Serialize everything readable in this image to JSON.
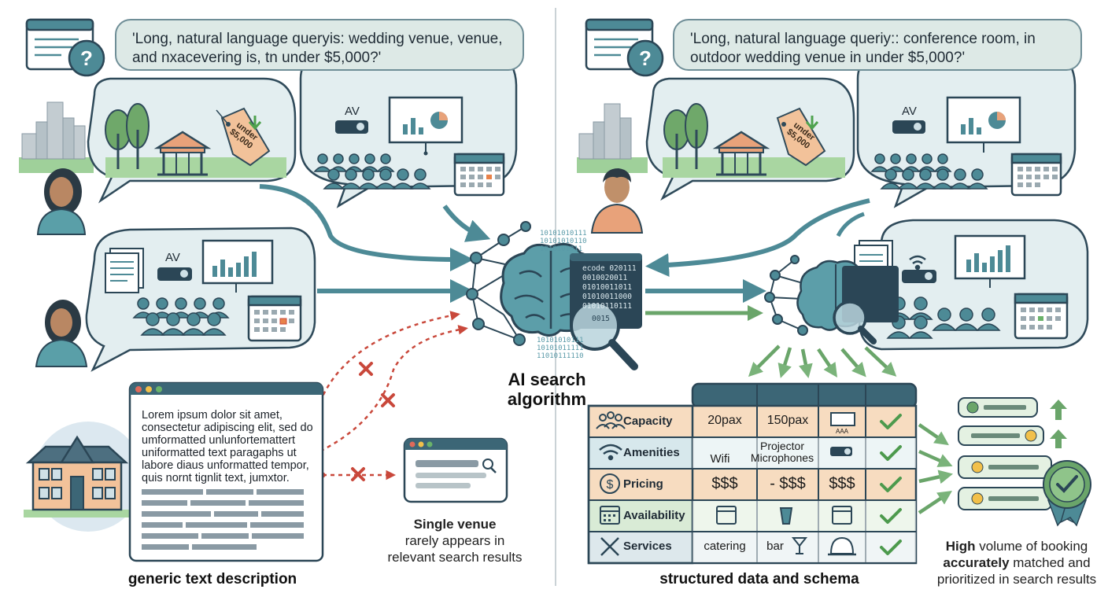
{
  "left": {
    "query_text": "'Long, natural language queryis: wedding venue, venue, and nxacevering is, tn under $5,000?'",
    "price_tag_lines": [
      "under",
      "$5,000"
    ],
    "av_label_1": "AV",
    "av_label_2": "AV",
    "description_lines": [
      "Lorem ipsum dolor sit amet,",
      "consectetur adipiscing elit, sed do",
      "umformatted unlunfortemattert",
      "uniformatted text paragaphs ut",
      "labore diaus unformatted tempor,",
      "quis nornt tignlit text, jumxtor."
    ],
    "description_title": "generic text description",
    "result_caption_bold": "Single venue",
    "result_caption_lines": [
      "rarely appears in",
      "relevant search results"
    ]
  },
  "center": {
    "ai_label_lines": [
      "AI search",
      "algorithm"
    ],
    "binary_top": [
      "10101010111",
      "10101010110",
      "1010101011"
    ],
    "binary_bottom": [
      "10101010111",
      "10101011111",
      "11010111110"
    ],
    "code_lines": [
      "ecode 020111",
      "0010020011",
      "01010011011",
      "01010011000",
      "01010110111"
    ],
    "code_lines_lower": [
      "0015"
    ]
  },
  "right": {
    "query_text": "'Long, natural language queriy:: conference room, in outdoor wedding venue in under $5,000?'",
    "price_tag_lines": [
      "under",
      "$5,000"
    ],
    "av_label": "AV",
    "table_title": "structured data and schema",
    "table_rows": [
      {
        "label": "Capacity",
        "c1": "20pax",
        "c2": "150pax",
        "c3_small": "AAA"
      },
      {
        "label": "Amenities",
        "c1": "Wifi",
        "c2": "Projector\nMicrophones"
      },
      {
        "label": "Pricing",
        "c1": "$$$",
        "c2": "- $$$",
        "c3": "$$$"
      },
      {
        "label": "Availability"
      },
      {
        "label": "Services",
        "c1": "catering",
        "c2": "bar"
      }
    ],
    "result_caption_bold_1": "High",
    "result_caption_1": " volume of booking",
    "result_caption_bold_2": "accurately",
    "result_caption_2": " matched and",
    "result_caption_3": "prioritized in search results"
  },
  "colors": {
    "bubble_fill": "#e3eef0",
    "bubble_stroke": "#2f4a5a",
    "teal": "#4d8a96",
    "dark": "#2b4656",
    "arrow_red": "#c9483b",
    "arrow_green": "#6aa56a",
    "capacity_row": "#f7dcc0",
    "amenities_row": "#d7e8ec",
    "availability_row": "#d9ebd6",
    "services_row": "#dde8ec",
    "table_header": "#3c6676"
  }
}
